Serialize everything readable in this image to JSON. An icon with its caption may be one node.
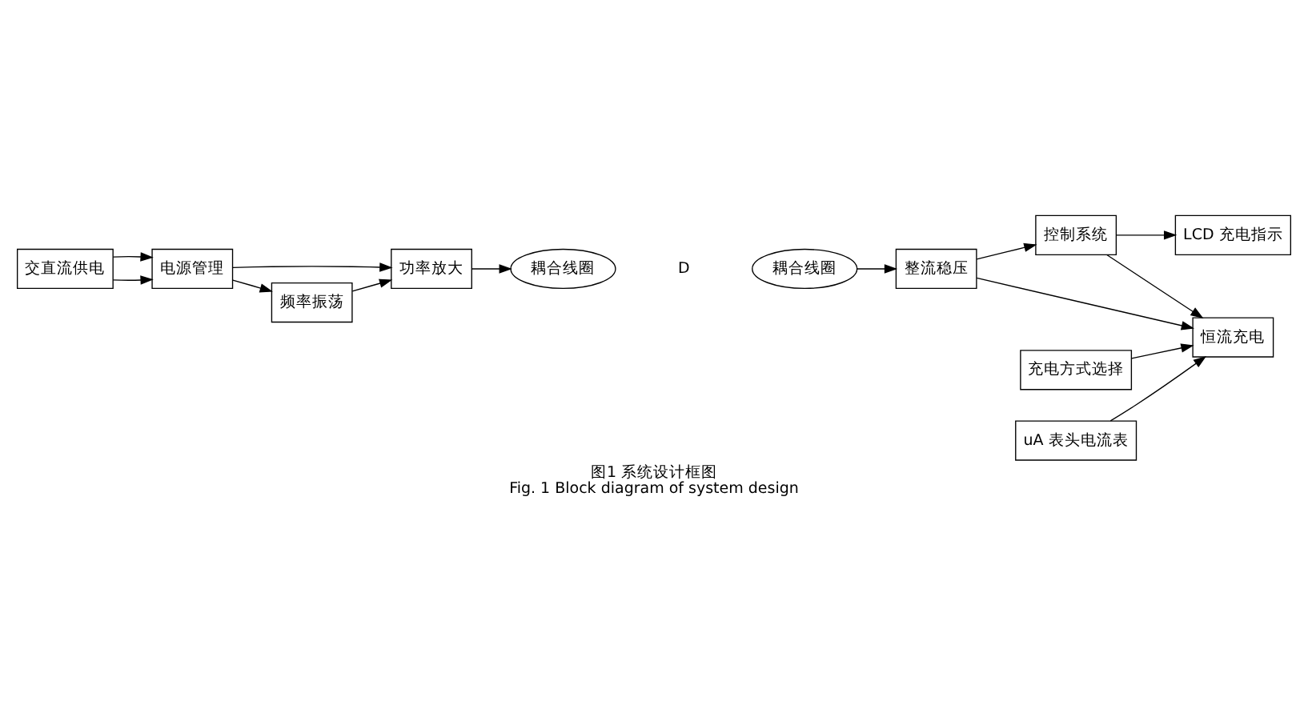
{
  "diagram": {
    "title": "图1 系统设计框图",
    "caption": "Fig. 1 Block diagram of system design",
    "nodes": [
      {
        "text": [
          "交直流供电"
        ]
      },
      {
        "text": [
          "电源管理"
        ]
      },
      {
        "text": [
          "功率放大"
        ]
      },
      {
        "text": [
          "频率振荡"
        ]
      },
      {
        "text": [
          "耦合线圈"
        ]
      },
      {
        "text": [
          "耦合线圈"
        ]
      },
      {
        "text": [
          "整流稳压"
        ]
      },
      {
        "text": [
          "充电方式选择"
        ]
      },
      {
        "text": [
          "控制系统"
        ]
      },
      {
        "text": [
          "恒流充电"
        ]
      },
      {
        "text": [
          "LCD 充电指示"
        ]
      },
      {
        "text": [
          "uA 表头电流表"
        ]
      }
    ],
    "edges": [
      {
        "from": 0,
        "to": 1,
        "arrow": "to"
      },
      {
        "from": 0,
        "to": 1,
        "arrow": "to"
      },
      {
        "from": 1,
        "to": 2,
        "arrow": "to"
      },
      {
        "from": 1,
        "to": 3,
        "arrow": "to"
      },
      {
        "from": 3,
        "to": 2,
        "arrow": "to"
      },
      {
        "from": 2,
        "to": 4,
        "arrow": "to"
      },
      {
        "from": 5,
        "to": 6,
        "arrow": "to"
      },
      {
        "from": 6,
        "to": 8,
        "arrow": "to"
      },
      {
        "from": 6,
        "to": 9,
        "arrow": "to"
      },
      {
        "from": 7,
        "to": 9,
        "arrow": "to"
      },
      {
        "from": 8,
        "to": 9,
        "arrow": "to"
      },
      {
        "from": 8,
        "to": 10,
        "arrow": "to"
      },
      {
        "from": 11,
        "to": 9,
        "arrow": "to"
      }
    ],
    "labels": [
      "D"
    ]
  }
}
